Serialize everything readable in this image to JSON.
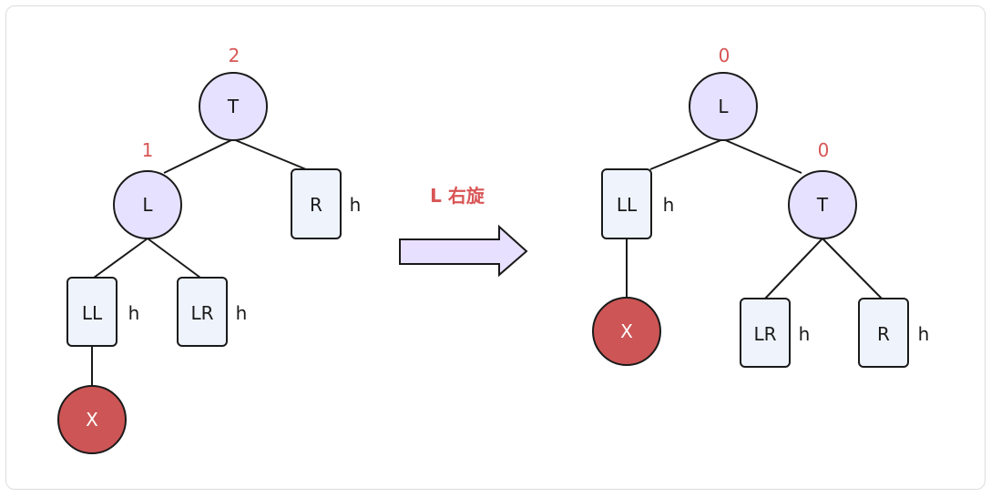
{
  "colors": {
    "circle_fill": "#e6e1ff",
    "rect_fill": "#eef3fc",
    "x_fill": "#cd5555",
    "accent": "#d85555",
    "stroke": "#1a1a1a",
    "arrow_fill": "#e7e0ff"
  },
  "title": "L 右旋",
  "left_tree": {
    "T": {
      "label": "T",
      "bf": "2"
    },
    "L": {
      "label": "L",
      "bf": "1"
    },
    "R": {
      "label": "R",
      "h": "h"
    },
    "LL": {
      "label": "LL",
      "h": "h"
    },
    "LR": {
      "label": "LR",
      "h": "h"
    },
    "X": {
      "label": "X"
    }
  },
  "right_tree": {
    "L": {
      "label": "L",
      "bf": "0"
    },
    "T": {
      "label": "T",
      "bf": "0"
    },
    "LL": {
      "label": "LL",
      "h": "h"
    },
    "LR": {
      "label": "LR",
      "h": "h"
    },
    "R": {
      "label": "R",
      "h": "h"
    },
    "X": {
      "label": "X"
    }
  }
}
